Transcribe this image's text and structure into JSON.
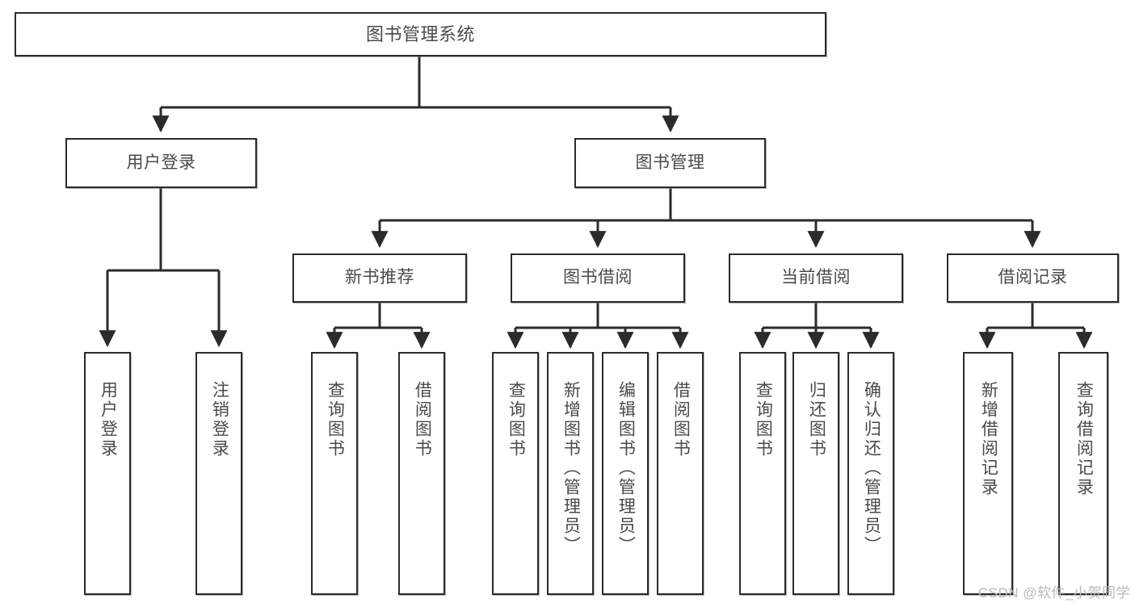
{
  "diagram": {
    "title_node": {
      "label": "图书管理系统"
    },
    "level2": [
      {
        "id": "user-login",
        "label": "用户登录"
      },
      {
        "id": "book-manage",
        "label": "图书管理"
      }
    ],
    "level3": [
      {
        "id": "new-book-recommend",
        "label": "新书推荐"
      },
      {
        "id": "book-borrow",
        "label": "图书借阅"
      },
      {
        "id": "current-borrow",
        "label": "当前借阅"
      },
      {
        "id": "borrow-record",
        "label": "借阅记录"
      }
    ],
    "leaves": {
      "user_login": [
        {
          "id": "leaf-user-login",
          "label": "用户登录"
        },
        {
          "id": "leaf-logout-login",
          "label": "注销登录"
        }
      ],
      "new_book_recommend": [
        {
          "id": "leaf-query-book-1",
          "label": "查询图书"
        },
        {
          "id": "leaf-borrow-book-1",
          "label": "借阅图书"
        }
      ],
      "book_borrow": [
        {
          "id": "leaf-query-book-2",
          "label": "查询图书"
        },
        {
          "id": "leaf-add-book-admin",
          "label": "新增图书（管理员）"
        },
        {
          "id": "leaf-edit-book-admin",
          "label": "编辑图书（管理员）"
        },
        {
          "id": "leaf-borrow-book-2",
          "label": "借阅图书"
        }
      ],
      "current_borrow": [
        {
          "id": "leaf-query-book-3",
          "label": "查询图书"
        },
        {
          "id": "leaf-return-book",
          "label": "归还图书"
        },
        {
          "id": "leaf-confirm-return-admin",
          "label": "确认归还（管理员）"
        }
      ],
      "borrow_record": [
        {
          "id": "leaf-add-borrow-record",
          "label": "新增借阅记录"
        },
        {
          "id": "leaf-query-borrow-record",
          "label": "查询借阅记录"
        }
      ]
    }
  },
  "watermark": {
    "text": "CSDN @软件_小贺同学"
  },
  "colors": {
    "stroke": "#2b2b2b",
    "text": "#4a4a4a",
    "background": "#ffffff",
    "watermark": "#b9b9b9"
  }
}
